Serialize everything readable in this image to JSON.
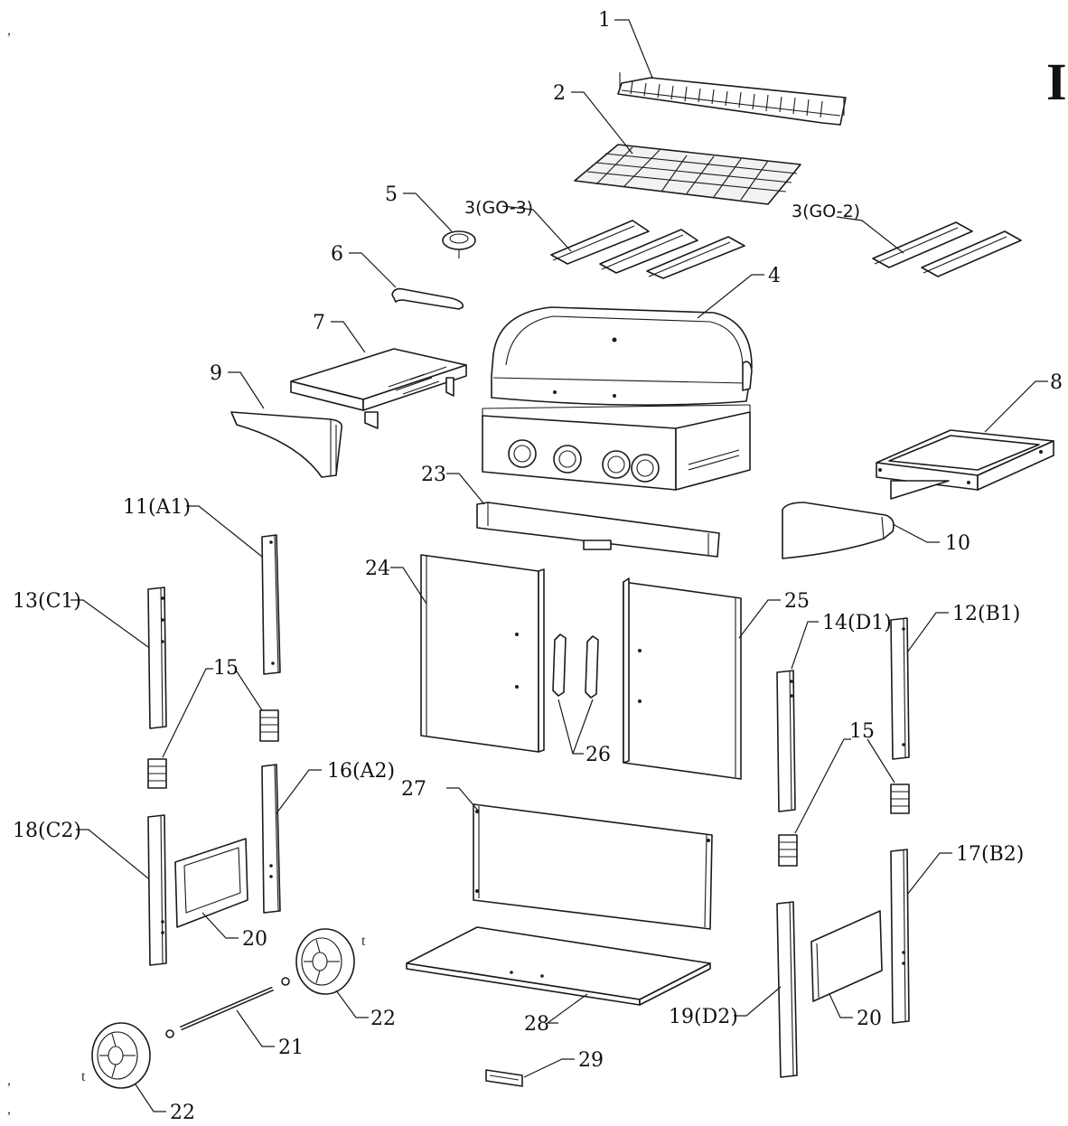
{
  "page": {
    "corner_letter": "I",
    "stray_marks": [
      ",",
      ",",
      ",",
      "t",
      "t"
    ]
  },
  "callouts": {
    "p1": "1",
    "p2": "2",
    "p3a": "3(GO-3)",
    "p3b": "3(GO-2)",
    "p4": "4",
    "p5": "5",
    "p6": "6",
    "p7": "7",
    "p8": "8",
    "p9": "9",
    "p10": "10",
    "p11": "11(A1)",
    "p12": "12(B1)",
    "p13": "13(C1)",
    "p14": "14(D1)",
    "p15a": "15",
    "p15b": "15",
    "p16": "16(A2)",
    "p17": "17(B2)",
    "p18": "18(C2)",
    "p19": "19(D2)",
    "p20a": "20",
    "p20b": "20",
    "p21": "21",
    "p22a": "22",
    "p22b": "22",
    "p23": "23",
    "p24": "24",
    "p25": "25",
    "p26": "26",
    "p27": "27",
    "p28": "28",
    "p29": "29"
  },
  "colors": {
    "line": "#1a1a1a",
    "background": "#ffffff"
  }
}
